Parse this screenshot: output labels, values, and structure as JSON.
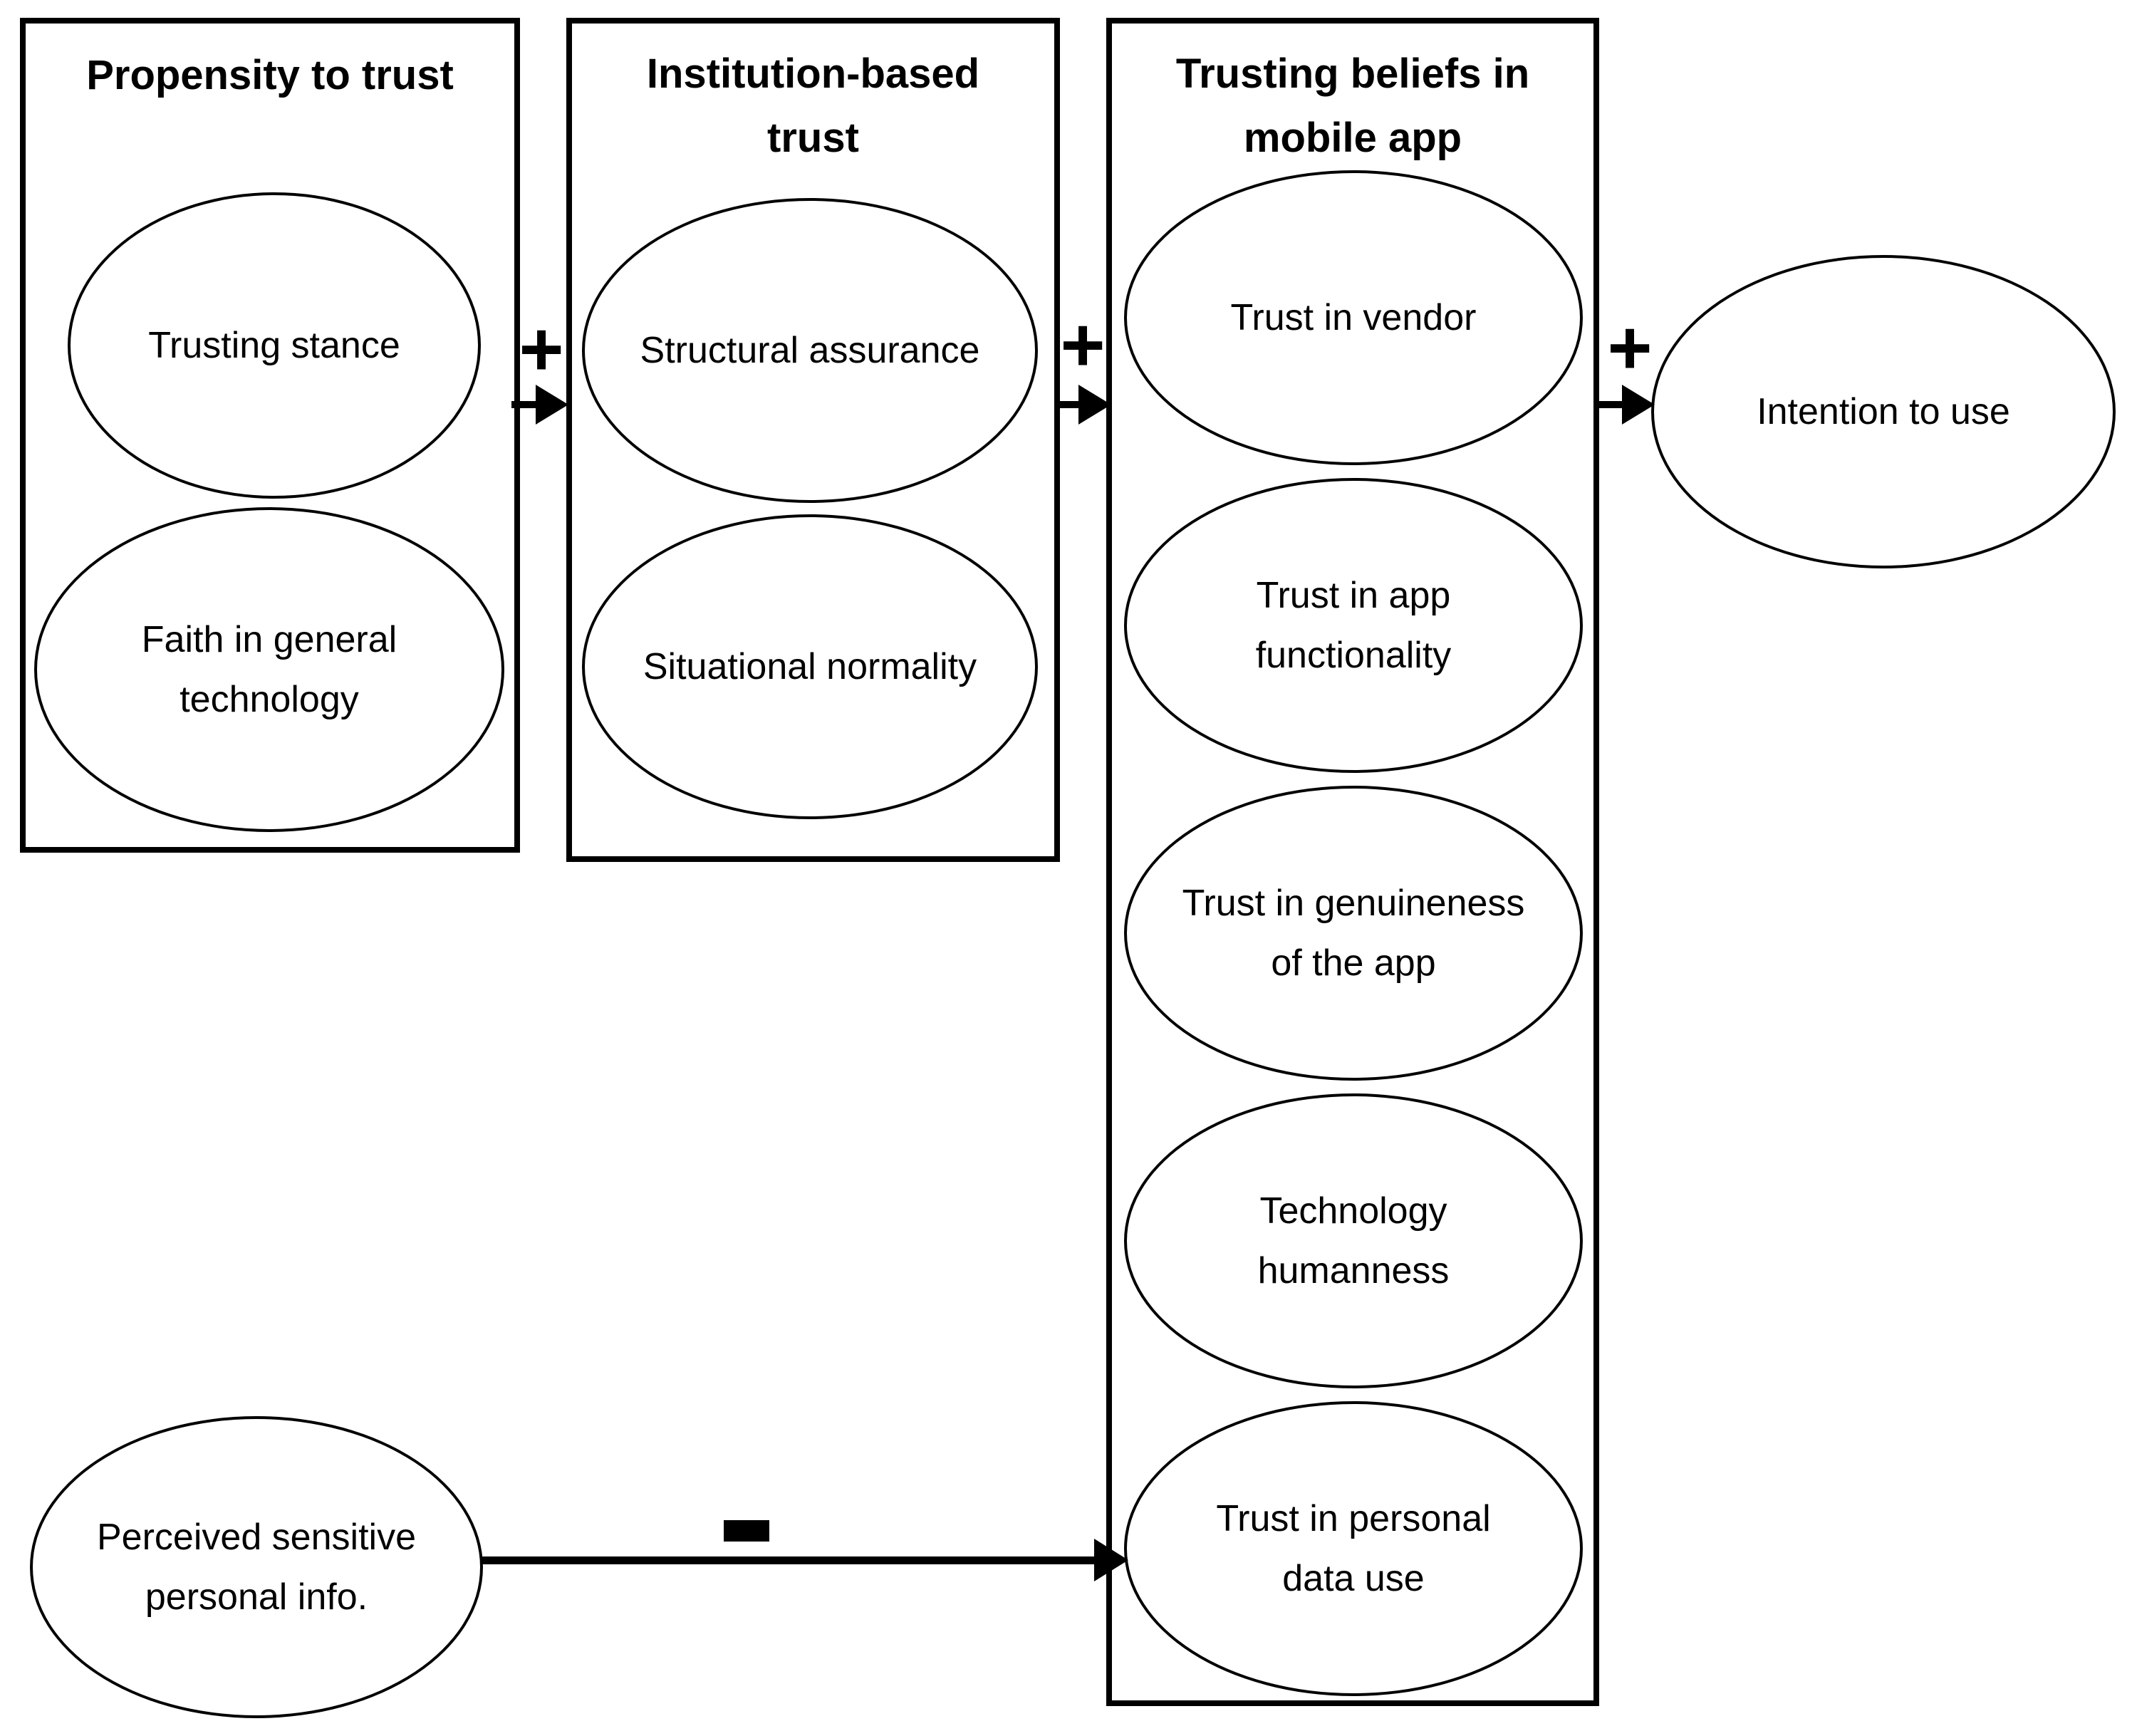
{
  "figure": {
    "background_color": "#ffffff",
    "line_color": "#000000",
    "groups": [
      {
        "id": "propensity-to-trust",
        "title": "Propensity to trust",
        "nodes": [
          {
            "label": "Trusting stance"
          },
          {
            "label": "Faith in general\ntechnology"
          }
        ]
      },
      {
        "id": "institution-based-trust",
        "title": "Institution-based\ntrust",
        "nodes": [
          {
            "label": "Structural assurance"
          },
          {
            "label": "Situational normality"
          }
        ]
      },
      {
        "id": "trusting-beliefs-in-mobile-app",
        "title": "Trusting beliefs in\nmobile app",
        "nodes": [
          {
            "label": "Trust in vendor"
          },
          {
            "label": "Trust in app\nfunctionality"
          },
          {
            "label": "Trust in genuineness\nof the app"
          },
          {
            "label": "Technology\nhumanness"
          },
          {
            "label": "Trust in personal\ndata use"
          }
        ]
      }
    ],
    "standalone_nodes": [
      {
        "id": "intention-to-use",
        "label": "Intention to use"
      },
      {
        "id": "perceived-sensitive-personal-info",
        "label": "Perceived sensitive\npersonal info."
      }
    ],
    "edges": [
      {
        "from": "Propensity to trust",
        "to": "Institution-based trust",
        "sign": "+"
      },
      {
        "from": "Institution-based trust",
        "to": "Trusting beliefs in mobile app",
        "sign": "+"
      },
      {
        "from": "Trusting beliefs in mobile app",
        "to": "Intention to use",
        "sign": "+"
      },
      {
        "from": "Perceived sensitive personal info.",
        "to": "Trust in personal data use",
        "sign": "-"
      }
    ]
  }
}
